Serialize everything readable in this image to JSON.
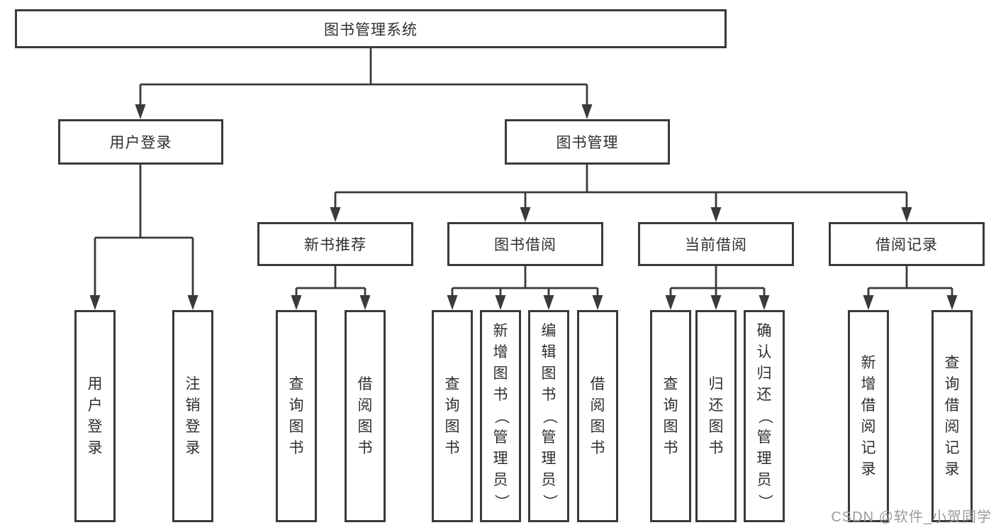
{
  "nodes": {
    "root": {
      "label": "图书管理系统"
    },
    "user_login": {
      "label": "用户登录"
    },
    "book_mgmt": {
      "label": "图书管理"
    },
    "leaf_user_login": {
      "label": "用户登录"
    },
    "leaf_logout": {
      "label": "注销登录"
    },
    "new_book_rec": {
      "label": "新书推荐"
    },
    "book_borrow": {
      "label": "图书借阅"
    },
    "current_borrow": {
      "label": "当前借阅"
    },
    "borrow_records": {
      "label": "借阅记录"
    },
    "leaf_nbr_query": {
      "label": "查询图书"
    },
    "leaf_nbr_borrow": {
      "label": "借阅图书"
    },
    "leaf_bb_query": {
      "label": "查询图书"
    },
    "leaf_bb_add": {
      "label": "新增图书（管理员）"
    },
    "leaf_bb_edit": {
      "label": "编辑图书（管理员）"
    },
    "leaf_bb_borrow": {
      "label": "借阅图书"
    },
    "leaf_cb_query": {
      "label": "查询图书"
    },
    "leaf_cb_return": {
      "label": "归还图书"
    },
    "leaf_cb_confirm": {
      "label": "确认归还（管理员）"
    },
    "leaf_br_add": {
      "label": "新增借阅记录"
    },
    "leaf_br_query": {
      "label": "查询借阅记录"
    }
  },
  "watermark": {
    "text": "CSDN @软件_小贺同学"
  },
  "colors": {
    "line": "#3a3a3a",
    "text": "#2f2f2f",
    "watermark": "#9b9b9b",
    "background": "#ffffff"
  }
}
